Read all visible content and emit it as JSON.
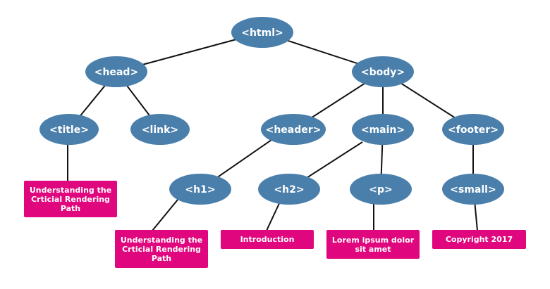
{
  "diagram": {
    "type": "dom-tree",
    "colors": {
      "node_fill": "#4a7fab",
      "node_text": "#ffffff",
      "text_box_fill": "#e0067e",
      "edge": "#111111"
    },
    "nodes": [
      {
        "id": "html",
        "label": "<html>"
      },
      {
        "id": "head",
        "label": "<head>"
      },
      {
        "id": "body",
        "label": "<body>"
      },
      {
        "id": "title",
        "label": "<title>"
      },
      {
        "id": "link",
        "label": "<link>"
      },
      {
        "id": "header",
        "label": "<header>"
      },
      {
        "id": "main",
        "label": "<main>"
      },
      {
        "id": "footer",
        "label": "<footer>"
      },
      {
        "id": "h1",
        "label": "<h1>"
      },
      {
        "id": "h2",
        "label": "<h2>"
      },
      {
        "id": "p",
        "label": "<p>"
      },
      {
        "id": "small",
        "label": "<small>"
      }
    ],
    "text_boxes": [
      {
        "id": "title-text",
        "text": "Understanding the Crticial Rendering Path",
        "parent": "title"
      },
      {
        "id": "h1-text",
        "text": "Understanding the Crticial Rendering Path",
        "parent": "h1"
      },
      {
        "id": "h2-text",
        "text": "Introduction",
        "parent": "h2"
      },
      {
        "id": "p-text",
        "text": "Lorem ipsum dolor sit amet",
        "parent": "p"
      },
      {
        "id": "small-text",
        "text": "Copyright 2017",
        "parent": "small"
      }
    ],
    "edges": [
      [
        "html",
        "head"
      ],
      [
        "html",
        "body"
      ],
      [
        "head",
        "title"
      ],
      [
        "head",
        "link"
      ],
      [
        "body",
        "header"
      ],
      [
        "body",
        "main"
      ],
      [
        "body",
        "footer"
      ],
      [
        "header",
        "h1"
      ],
      [
        "main",
        "h2"
      ],
      [
        "main",
        "p"
      ],
      [
        "footer",
        "small"
      ],
      [
        "title",
        "title-text"
      ],
      [
        "h1",
        "h1-text"
      ],
      [
        "h2",
        "h2-text"
      ],
      [
        "p",
        "p-text"
      ],
      [
        "small",
        "small-text"
      ]
    ]
  }
}
